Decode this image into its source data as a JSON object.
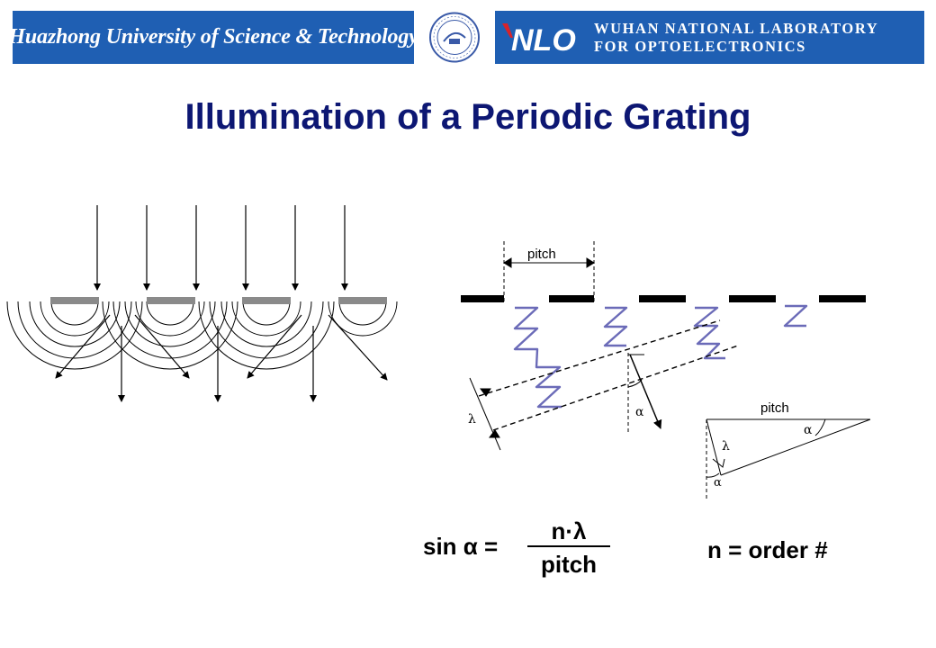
{
  "header": {
    "university_name": "Huazhong University of Science & Technology",
    "lab_line1": "WUHAN NATIONAL LABORATORY",
    "lab_line2": "FOR OPTOELECTRONICS",
    "lab_logo_text": "NLO"
  },
  "title": "Illumination of a Periodic Grating",
  "diagram": {
    "pitch_label": "pitch",
    "triangle_pitch_label": "pitch",
    "lambda_label": "λ",
    "alpha_label": "α"
  },
  "equation": {
    "lhs": "sin α =",
    "numerator": "n·λ",
    "denominator": "pitch",
    "note": "n = order #"
  },
  "colors": {
    "banner_blue": "#1f5fb3",
    "title_navy": "#0d1773",
    "wave_purple": "#6b6bb8",
    "slit_gray": "#8a8a8a"
  }
}
